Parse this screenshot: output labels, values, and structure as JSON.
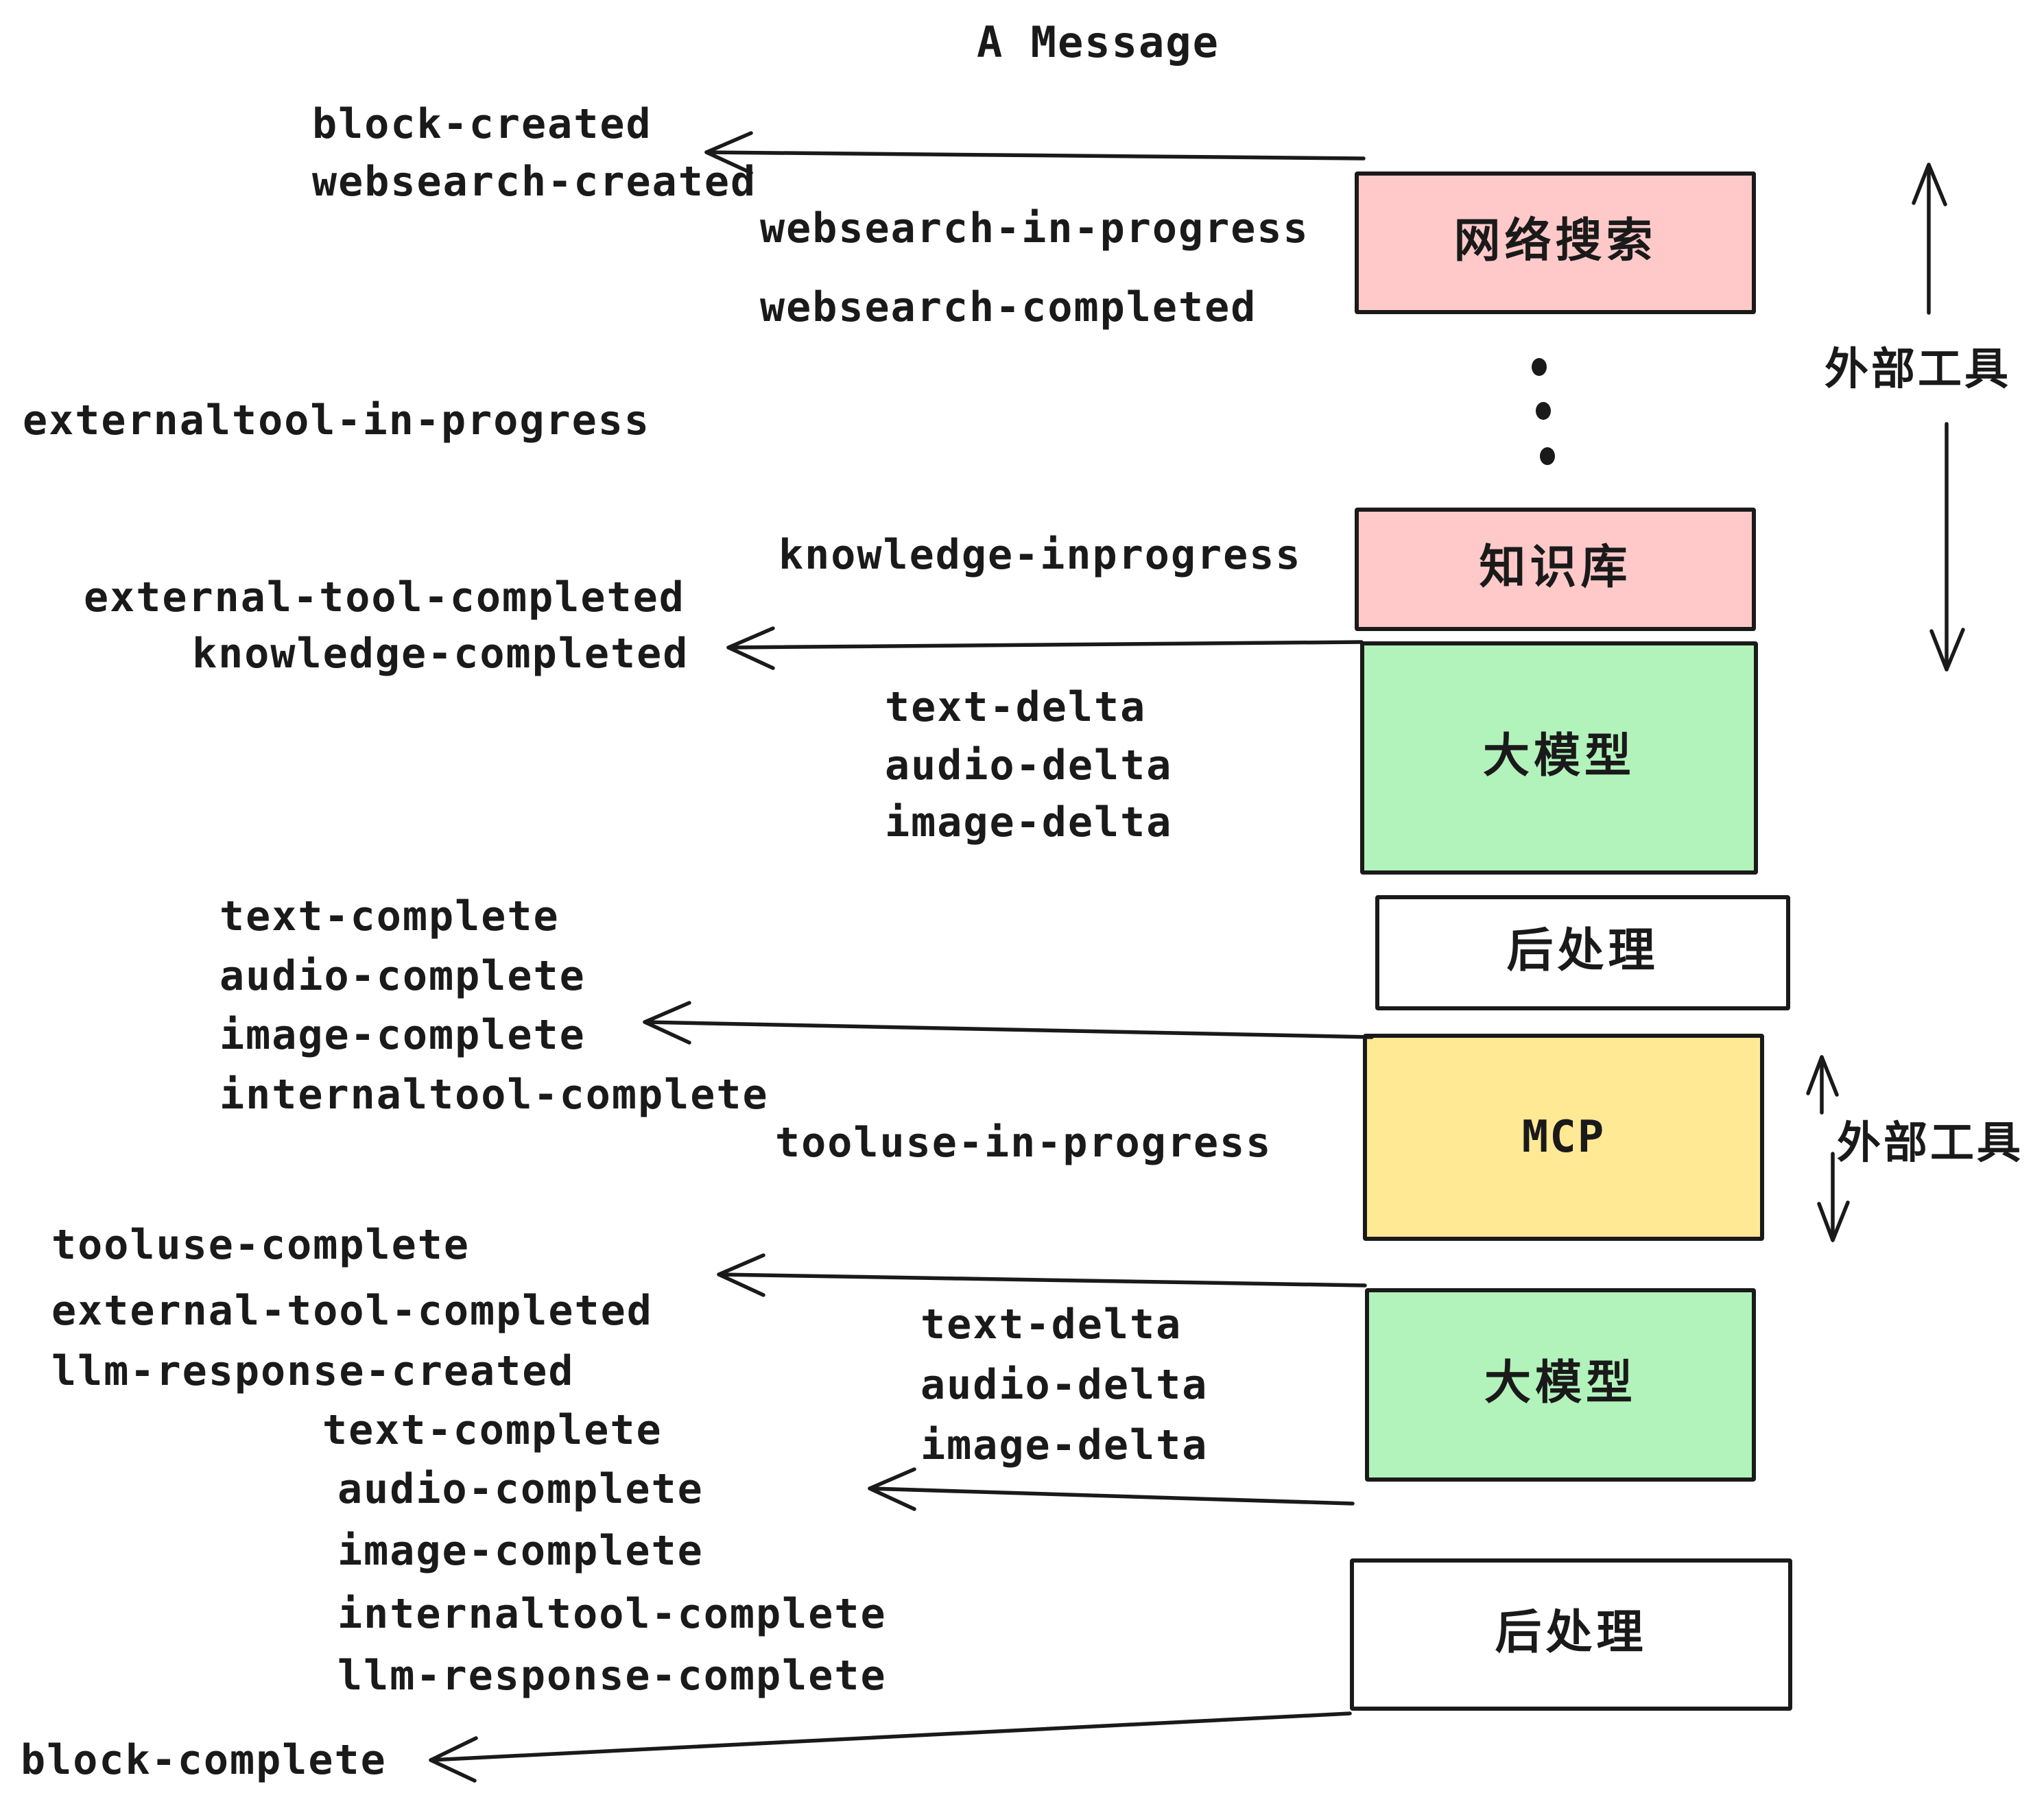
{
  "title": "A Message",
  "events": {
    "block_created": "block-created",
    "websearch_created": "websearch-created",
    "websearch_in_progress": "websearch-in-progress",
    "websearch_completed": "websearch-completed",
    "externaltool_in_progress": "externaltool-in-progress",
    "knowledge_inprogress": "knowledge-inprogress",
    "external_tool_completed": "external-tool-completed",
    "knowledge_completed": "knowledge-completed",
    "text_delta": "text-delta",
    "audio_delta": "audio-delta",
    "image_delta": "image-delta",
    "text_complete": "text-complete",
    "audio_complete": "audio-complete",
    "image_complete": "image-complete",
    "internaltool_complete": "internaltool-complete",
    "tooluse_in_progress": "tooluse-in-progress",
    "tooluse_complete": "tooluse-complete",
    "llm_response_created": "llm-response-created",
    "llm_response_complete": "llm-response-complete",
    "block_complete": "block-complete"
  },
  "boxes": [
    {
      "id": "websearch",
      "label": "网络搜索",
      "color": "#FFC9C9"
    },
    {
      "id": "knowledge",
      "label": "知识库",
      "color": "#FFC9C9"
    },
    {
      "id": "llm-1",
      "label": "大模型",
      "color": "#B2F2BB"
    },
    {
      "id": "postprocess-1",
      "label": "后处理",
      "color": "#FFFFFF"
    },
    {
      "id": "mcp",
      "label": "MCP",
      "color": "#FFE994"
    },
    {
      "id": "llm-2",
      "label": "大模型",
      "color": "#B2F2BB"
    },
    {
      "id": "postprocess-2",
      "label": "后处理",
      "color": "#FFFFFF"
    }
  ],
  "side_labels": {
    "external_tools": "外部工具"
  },
  "colors": {
    "pink": "#FFC9C9",
    "green": "#B2F2BB",
    "yellow": "#FFE994",
    "white": "#FFFFFF",
    "ink": "#1A1A1A"
  }
}
